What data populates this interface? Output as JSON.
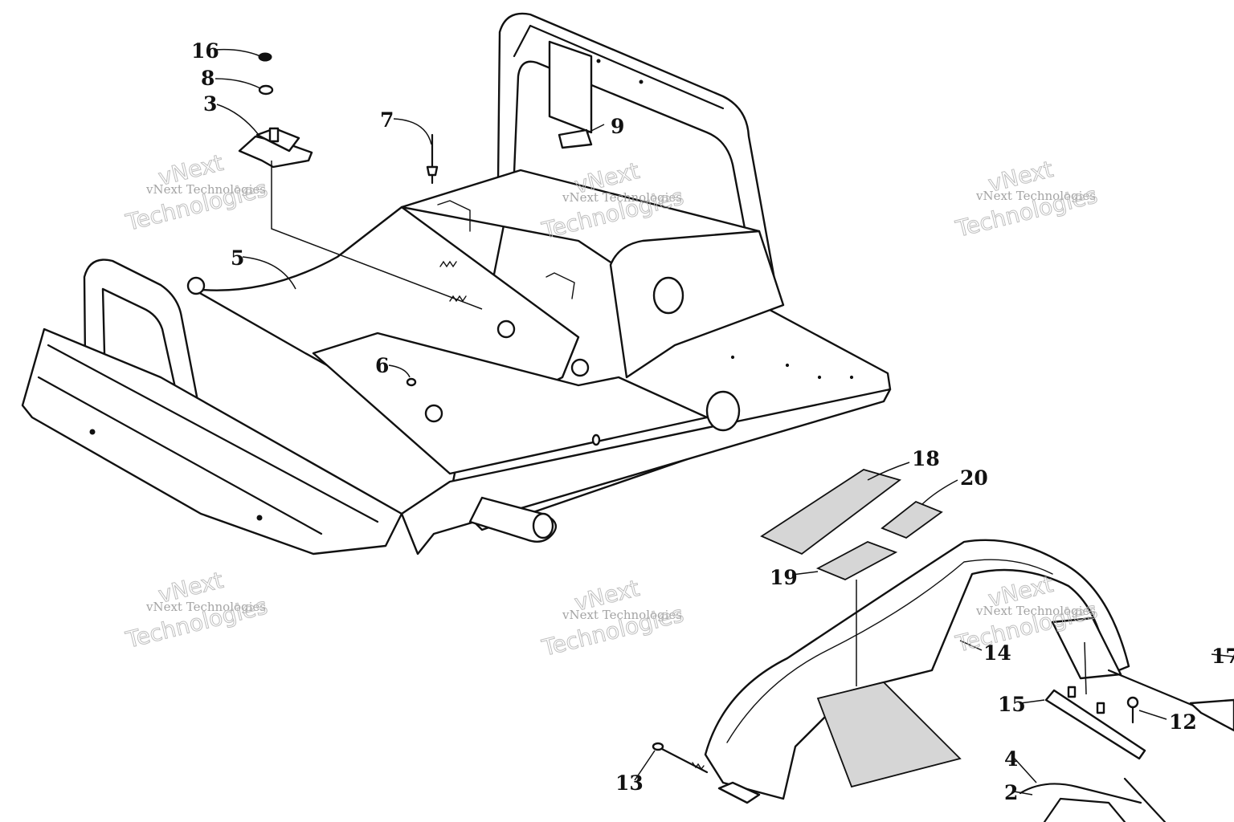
{
  "watermark": {
    "line1": "vNext Technologies",
    "line2": "vNext",
    "line3": "Technologies"
  },
  "callouts": {
    "c16": "16",
    "c8": "8",
    "c3": "3",
    "c7": "7",
    "c9": "9",
    "c5": "5",
    "c6": "6",
    "c18": "18",
    "c20": "20",
    "c19": "19",
    "c14": "14",
    "c17": "17",
    "c15": "15",
    "c12": "12",
    "c13": "13",
    "c4": "4",
    "c2": "2"
  },
  "colors": {
    "ink": "#111111",
    "paper": "#ffffff",
    "watermark": "#9a9a9a"
  }
}
